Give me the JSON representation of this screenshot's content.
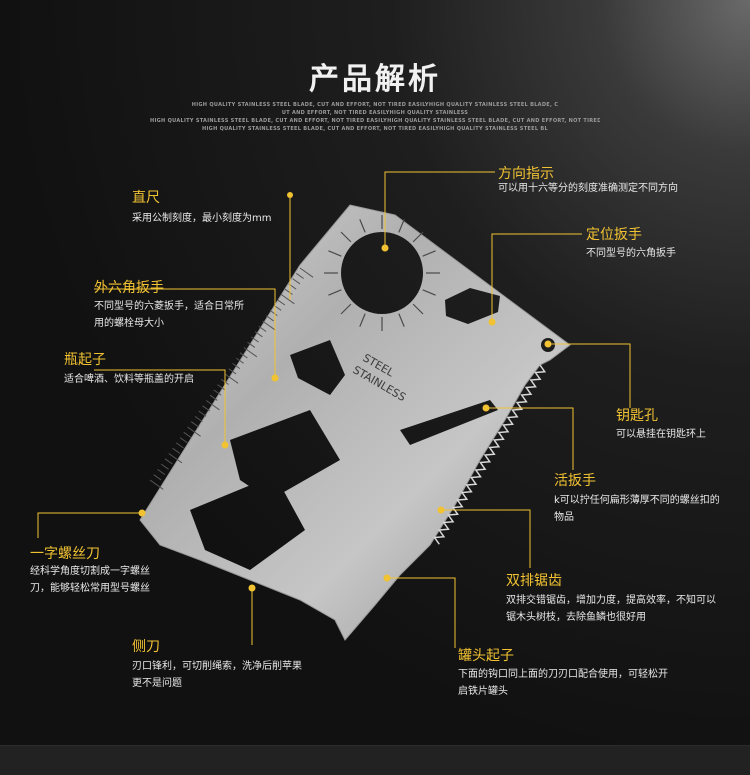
{
  "title": "产品解析",
  "subtitle": [
    "HIGH QUALITY STAINLESS STEEL BLADE, CUT AND EFFORT, NOT TIRED EASILYHIGH QUALITY STAINLESS STEEL BLADE, C",
    "UT AND EFFORT, NOT TIRED EASILYHIGH QUALITY STAINLESS",
    "HIGH QUALITY STAINLESS STEEL BLADE, CUT AND EFFORT, NOT TIRED EASILYHIGH QUALITY STAINLESS STEEL BLADE, CUT AND EFFORT, NOT TIRED EASILY",
    "HIGH QUALITY STAINLESS STEEL BLADE, CUT AND EFFORT, NOT TIRED EASILYHIGH QUALITY STAINLESS STEEL BL"
  ],
  "card_text": [
    "STAINLESS",
    "STEEL"
  ],
  "features": [
    {
      "title": "直尺",
      "desc": "采用公制刻度，最小刻度为mm"
    },
    {
      "title": "外六角扳手",
      "desc": "不同型号的六菱扳手，适合日常所用的螺栓母大小"
    },
    {
      "title": "瓶起子",
      "desc": "适合啤酒、饮料等瓶盖的开启"
    },
    {
      "title": "一字螺丝刀",
      "desc": "经科学角度切割成一字螺丝刀，能够轻松常用型号螺丝"
    },
    {
      "title": "侧刀",
      "desc": "刃口锋利，可切削绳索，洗净后削苹果更不是问题"
    },
    {
      "title": "方向指示",
      "desc": "可以用十六等分的刻度准确测定不同方向"
    },
    {
      "title": "定位扳手",
      "desc": "不同型号的六角扳手"
    },
    {
      "title": "钥匙孔",
      "desc": "可以悬挂在钥匙环上"
    },
    {
      "title": "活扳手",
      "desc": "k可以拧任何扁形薄厚不同的螺丝扣的物品"
    },
    {
      "title": "双排锯齿",
      "desc": "双排交错锯齿，增加力度，提高效率，不知可以锯木头树枝，去除鱼鳞也很好用"
    },
    {
      "title": "罐头起子",
      "desc": "下面的钩口同上面的刀刃口配合使用，可轻松开启铁片罐头"
    }
  ],
  "colors": {
    "accent": "#f1c232",
    "background": "#141414",
    "steel": "#b8b8b8"
  }
}
